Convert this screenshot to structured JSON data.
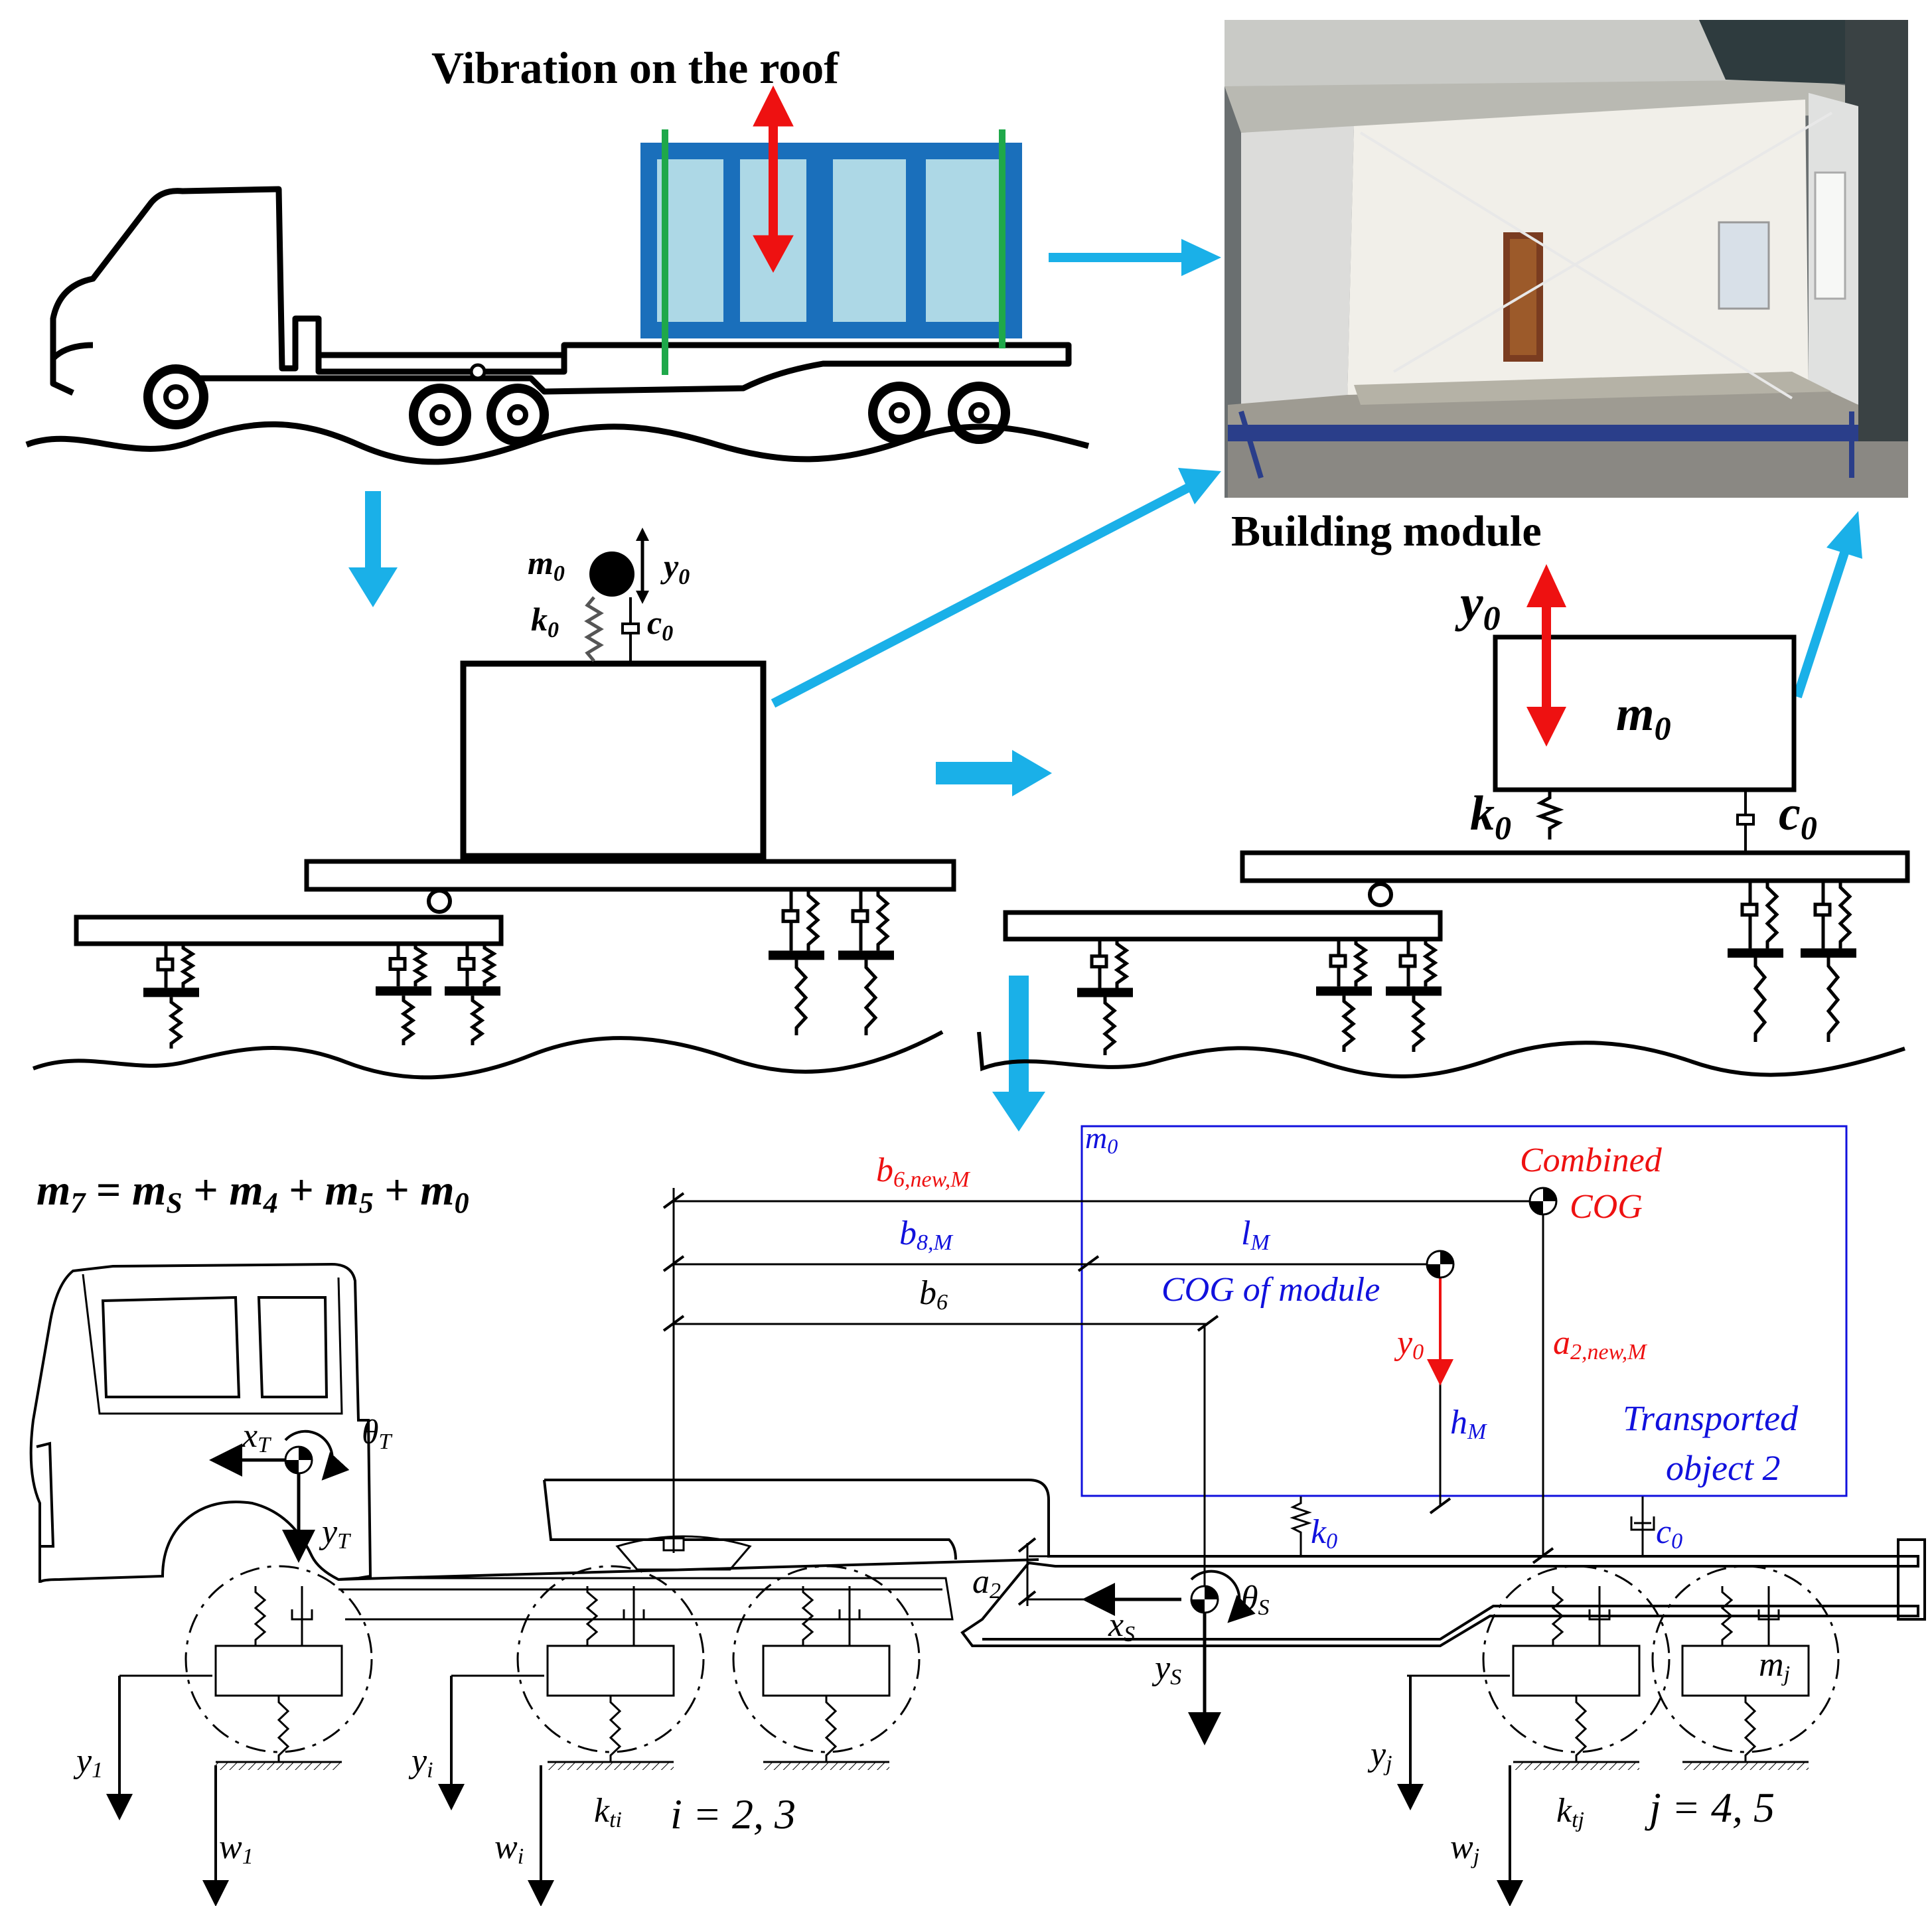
{
  "top_title": "Vibration on the roof",
  "photo_caption": "Building module",
  "equation": {
    "lhs": "m",
    "lhs_sub": "7",
    "eq": " = ",
    "t1": "m",
    "t1_sub": "S",
    "plus": " + ",
    "t2": "m",
    "t2_sub": "4",
    "t3": "m",
    "t3_sub": "5",
    "t4": "m",
    "t4_sub": "0"
  },
  "mid_model": {
    "mass": "m",
    "mass_sub": "0",
    "spring": "k",
    "spring_sub": "0",
    "damper": "c",
    "damper_sub": "0",
    "disp": "y",
    "disp_sub": "0"
  },
  "right_model": {
    "disp": "y",
    "disp_sub": "0",
    "mass": "m",
    "mass_sub": "0",
    "spring": "k",
    "spring_sub": "0",
    "damper": "c",
    "damper_sub": "0"
  },
  "bottom": {
    "module_mass": {
      "t": "m",
      "s": "0"
    },
    "combined_cog_1": "Combined",
    "combined_cog_2": "COG",
    "b6_new": {
      "t": "b",
      "s": "6,new,M"
    },
    "b8": {
      "t": "b",
      "s": "8,M"
    },
    "lM": {
      "t": "l",
      "s": "M"
    },
    "b6": {
      "t": "b",
      "s": "6"
    },
    "cog_module": "COG of module",
    "y0": {
      "t": "y",
      "s": "0"
    },
    "a2_new": {
      "t": "a",
      "s": "2,new,M"
    },
    "hM": {
      "t": "h",
      "s": "M"
    },
    "transported_1": "Transported",
    "transported_2": "object 2",
    "k0": {
      "t": "k",
      "s": "0"
    },
    "c0": {
      "t": "c",
      "s": "0"
    },
    "xT": {
      "t": "x",
      "s": "T"
    },
    "yT": {
      "t": "y",
      "s": "T"
    },
    "thetaT": {
      "t": "θ",
      "s": "T"
    },
    "a2": {
      "t": "a",
      "s": "2"
    },
    "xS": {
      "t": "x",
      "s": "S"
    },
    "yS": {
      "t": "y",
      "s": "S"
    },
    "thetaS": {
      "t": "θ",
      "s": "S"
    },
    "y1": {
      "t": "y",
      "s": "1"
    },
    "w1": {
      "t": "w",
      "s": "1"
    },
    "yi": {
      "t": "y",
      "s": "i"
    },
    "wi": {
      "t": "w",
      "s": "i"
    },
    "kti": {
      "t": "k",
      "s": "ti"
    },
    "i_range": "i = 2, 3",
    "yj": {
      "t": "y",
      "s": "j"
    },
    "wj": {
      "t": "w",
      "s": "j"
    },
    "ktj": {
      "t": "k",
      "s": "tj"
    },
    "j_range": "j = 4, 5",
    "mj": {
      "t": "m",
      "s": "j"
    }
  },
  "colors": {
    "arrow": "#1ab0e8",
    "red": "#ee1111",
    "blue": "#1111dd",
    "container": "#1a6fbb",
    "container_fill": "#add8e6",
    "strap": "#1fa84a"
  }
}
